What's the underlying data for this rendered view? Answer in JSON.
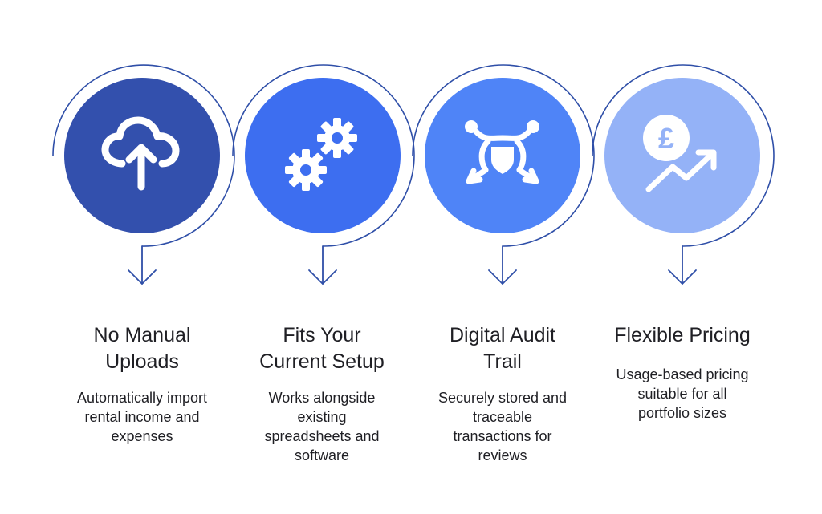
{
  "colors": {
    "line": "#2f4fa8",
    "circle_1": "#3350ad",
    "circle_2": "#3d6ef0",
    "circle_3": "#4f84f7",
    "circle_4": "#94b2f7",
    "icon": "#ffffff",
    "text": "#1f1f24"
  },
  "steps": [
    {
      "icon": "cloud-upload-icon",
      "title_line1": "No Manual",
      "title_line2": "Uploads",
      "desc_line1": "Automatically import",
      "desc_line2": "rental income and",
      "desc_line3": "expenses",
      "desc_line4": ""
    },
    {
      "icon": "gears-icon",
      "title_line1": "Fits Your",
      "title_line2": "Current Setup",
      "desc_line1": "Works alongside",
      "desc_line2": "existing",
      "desc_line3": "spreadsheets and",
      "desc_line4": "software"
    },
    {
      "icon": "shield-network-icon",
      "title_line1": "Digital Audit",
      "title_line2": "Trail",
      "desc_line1": "Securely stored and",
      "desc_line2": "traceable",
      "desc_line3": "transactions for",
      "desc_line4": "reviews"
    },
    {
      "icon": "pound-growth-icon",
      "title_line1": "Flexible Pricing",
      "title_line2": "",
      "desc_line1": "Usage-based pricing",
      "desc_line2": "suitable for all",
      "desc_line3": "portfolio sizes",
      "desc_line4": ""
    }
  ]
}
